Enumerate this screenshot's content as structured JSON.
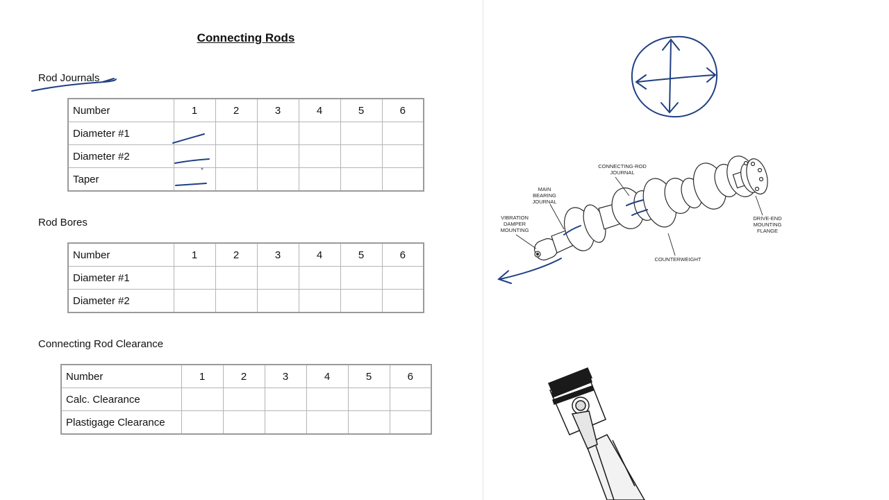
{
  "document": {
    "title": "Connecting Rods"
  },
  "sections": [
    {
      "heading": "Rod Journals",
      "header_label": "Number",
      "columns": [
        "1",
        "2",
        "3",
        "4",
        "5",
        "6"
      ],
      "rows": [
        "Diameter #1",
        "Diameter #2",
        "Taper"
      ]
    },
    {
      "heading": "Rod Bores",
      "header_label": "Number",
      "columns": [
        "1",
        "2",
        "3",
        "4",
        "5",
        "6"
      ],
      "rows": [
        "Diameter #1",
        "Diameter #2"
      ]
    },
    {
      "heading": "Connecting Rod Clearance",
      "header_label": "Number",
      "columns": [
        "1",
        "2",
        "3",
        "4",
        "5",
        "6"
      ],
      "rows": [
        "Calc. Clearance",
        "Plastigage Clearance"
      ]
    }
  ],
  "crankshaft_diagram": {
    "labels": {
      "connecting_rod_journal": [
        "CONNECTING-ROD",
        "JOURNAL"
      ],
      "main_bearing_journal": [
        "MAIN",
        "BEARING",
        "JOURNAL"
      ],
      "vibration_damper": [
        "VIBRATION",
        "DAMPER",
        "MOUNTING"
      ],
      "drive_end": [
        "DRIVE-END",
        "MOUNTING",
        "FLANGE"
      ],
      "counterweight": [
        "COUNTERWEIGHT"
      ]
    }
  },
  "colors": {
    "ink": "#1f3f82",
    "grid_border": "#9a9a9a"
  }
}
